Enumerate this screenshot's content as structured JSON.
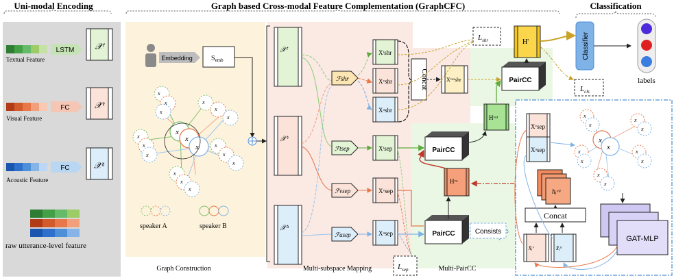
{
  "sections": {
    "unimodal": "Uni-modal Encoding",
    "graphcfc": "Graph based Cross-modal Feature Complementation (GraphCFC)",
    "classification": "Classification"
  },
  "unimodal": {
    "textual_label": "Textual Feature",
    "visual_label": "Visual  Feature",
    "acoustic_label": "Acoustic Feature",
    "lstm": "LSTM",
    "fc_v": "FC",
    "fc_a": "FC",
    "raw_label": "raw utterance-level feature"
  },
  "graph": {
    "embedding": "Embedding",
    "semb": "S",
    "semb_sub": "emb",
    "speaker_a": "speaker A",
    "speaker_b": "speaker B",
    "caption": "Graph Construction"
  },
  "mapping": {
    "concat": "Concat",
    "caption": "Multi-subspace Mapping",
    "lsep": "L",
    "lshr": "L"
  },
  "pair": {
    "pairCC": "PairCC",
    "consists": "Consists",
    "caption": "Multi-PairCC",
    "concat": "Concat",
    "gat": "GAT-MLP"
  },
  "classifier": {
    "label": "Classifier",
    "labels": "labels"
  },
  "colors": {
    "text": "#5dab3c",
    "visual": "#e8774a",
    "acoustic": "#4e8fd8",
    "shr": "#f0c040"
  }
}
